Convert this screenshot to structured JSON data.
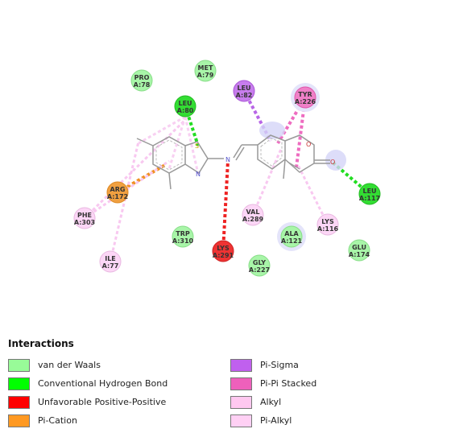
{
  "diagram": {
    "residues": [
      {
        "id": "pro78",
        "name": "PRO",
        "num": "A:78",
        "type": "vdw"
      },
      {
        "id": "met79",
        "name": "MET",
        "num": "A:79",
        "type": "vdw"
      },
      {
        "id": "leu80",
        "name": "LEU",
        "num": "A:80",
        "type": "hbond"
      },
      {
        "id": "leu82",
        "name": "LEU",
        "num": "A:82",
        "type": "pisigma"
      },
      {
        "id": "tyr226",
        "name": "TYR",
        "num": "A:226",
        "type": "pipi"
      },
      {
        "id": "arg172",
        "name": "ARG",
        "num": "A:172",
        "type": "pication"
      },
      {
        "id": "phe303",
        "name": "PHE",
        "num": "A:303",
        "type": "pialkyl"
      },
      {
        "id": "ile77",
        "name": "ILE",
        "num": "A:77",
        "type": "pialkyl"
      },
      {
        "id": "trp310",
        "name": "TRP",
        "num": "A:310",
        "type": "vdw"
      },
      {
        "id": "lys291",
        "name": "LYS",
        "num": "A:291",
        "type": "unfav"
      },
      {
        "id": "val289",
        "name": "VAL",
        "num": "A:289",
        "type": "pialkyl"
      },
      {
        "id": "gly227",
        "name": "GLY",
        "num": "A:227",
        "type": "vdw"
      },
      {
        "id": "ala121",
        "name": "ALA",
        "num": "A:121",
        "type": "vdw"
      },
      {
        "id": "lys116",
        "name": "LYS",
        "num": "A:116",
        "type": "pialkyl"
      },
      {
        "id": "leu117",
        "name": "LEU",
        "num": "A:117",
        "type": "hbond"
      },
      {
        "id": "glu174",
        "name": "GLU",
        "num": "A:174",
        "type": "vdw"
      }
    ],
    "interactions": [
      {
        "from": "leu80",
        "type": "hbond"
      },
      {
        "from": "leu117",
        "type": "hbond"
      },
      {
        "from": "lys291",
        "type": "unfav"
      },
      {
        "from": "arg172",
        "type": "pication"
      },
      {
        "from": "leu82",
        "type": "pisigma"
      },
      {
        "from": "tyr226",
        "type": "pipi"
      },
      {
        "from": "phe303",
        "type": "pialkyl"
      },
      {
        "from": "ile77",
        "type": "pialkyl"
      },
      {
        "from": "val289",
        "type": "pialkyl"
      },
      {
        "from": "lys116",
        "type": "pialkyl"
      }
    ],
    "atoms": {
      "sulfur": "S",
      "nitrogen1": "N",
      "nitrogen2": "N",
      "oxygen1": "O",
      "oxygen2": "O"
    }
  },
  "legend": {
    "title": "Interactions",
    "items": [
      {
        "key": "vdw",
        "label": "van der Waals",
        "color": "#98fb98"
      },
      {
        "key": "hbond",
        "label": "Conventional Hydrogen Bond",
        "color": "#00ff00"
      },
      {
        "key": "unfav",
        "label": "Unfavorable Positive-Positive",
        "color": "#ff0000"
      },
      {
        "key": "pication",
        "label": "Pi-Cation",
        "color": "#ff9922"
      },
      {
        "key": "pisigma",
        "label": "Pi-Sigma",
        "color": "#c060ee"
      },
      {
        "key": "pipi",
        "label": "Pi-Pi Stacked",
        "color": "#ee60bb"
      },
      {
        "key": "alkyl",
        "label": "Alkyl",
        "color": "#ffc8f0"
      },
      {
        "key": "pialkyl",
        "label": "Pi-Alkyl",
        "color": "#ffd0f4"
      }
    ]
  },
  "colors": {
    "vdw": "#a8f5a8",
    "hbond": "#33dd33",
    "unfav": "#ee3333",
    "pication": "#f0a040",
    "pisigma": "#c77ded",
    "pipi": "#f080c8",
    "pialkyl": "#fcd6f6",
    "bond": "#999999"
  }
}
